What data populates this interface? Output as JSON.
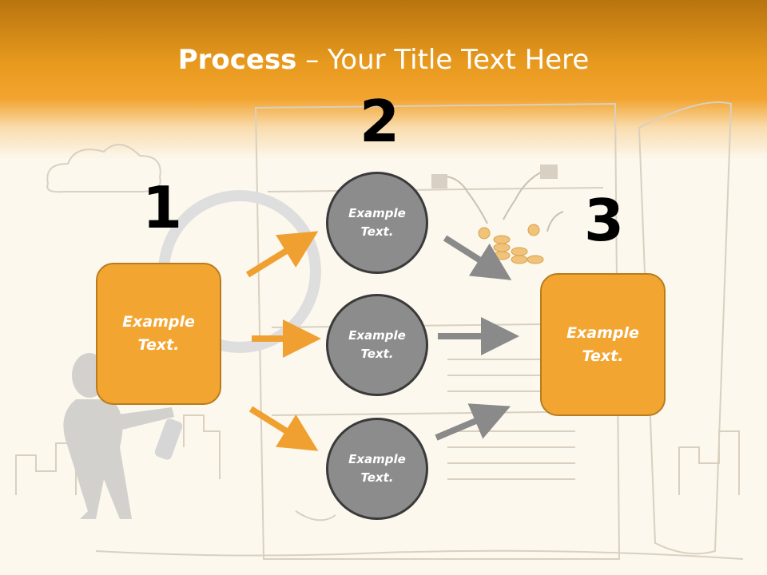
{
  "slide": {
    "title_bold": "Process",
    "title_rest": " – Your Title Text Here",
    "steps": [
      "1",
      "2",
      "3"
    ],
    "left_box": {
      "line1": "Example",
      "line2": "Text."
    },
    "right_box": {
      "line1": "Example",
      "line2": "Text."
    },
    "circles": [
      {
        "line1": "Example",
        "line2": "Text."
      },
      {
        "line1": "Example",
        "line2": "Text."
      },
      {
        "line1": "Example",
        "line2": "Text."
      }
    ]
  },
  "colors": {
    "header_orange": "#e89a1e",
    "box_fill": "#f3a532",
    "box_border": "#b87c1f",
    "circle_fill": "#8c8c8c",
    "orange_arrow": "#f0a030",
    "gray_arrow": "#8a8a8a"
  }
}
